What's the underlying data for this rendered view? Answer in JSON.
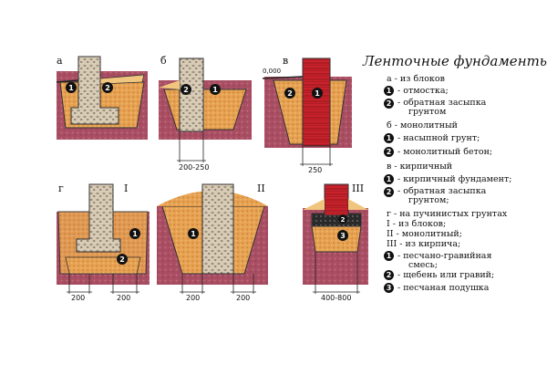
{
  "title": "Ленточные фундаменты:",
  "panels": {
    "a": {
      "letter": "а"
    },
    "b": {
      "letter": "б",
      "dim": "200-250"
    },
    "v": {
      "letter": "в",
      "level": "0,000",
      "dim": "250"
    },
    "g": {
      "letter": "г",
      "roman": "I",
      "dim1": "200",
      "dim2": "200"
    },
    "g2": {
      "roman": "II",
      "dim1": "200",
      "dim2": "200"
    },
    "g3": {
      "roman": "III",
      "dim": "400-800"
    }
  },
  "markers": {
    "one": "1",
    "two": "2",
    "three": "3"
  },
  "legend": {
    "a_head": "а - из блоков",
    "a1": "- отмостка;",
    "a2a": "- обратная засыпка",
    "a2b": "грунтом",
    "b_head": "б - монолитный",
    "b1": "- насыпной грунт;",
    "b2": "- монолитный бетон;",
    "v_head": "в - кирпичный",
    "v1": "- кирпичный фундамент;",
    "v2a": "- обратная засыпка",
    "v2b": "грунтом;",
    "g_head": "г - на пучинистых грунтах",
    "g_i": "I - из блоков;",
    "g_ii": "II - монолитный;",
    "g_iii": "III - из кирпича;",
    "g1a": "- песчано-гравийная",
    "g1b": "смесь;",
    "g2": "- щебень или гравий;",
    "g3": "- песчаная подушка"
  },
  "colors": {
    "soil": "#b0566a",
    "sand": "#e9a95a",
    "gravel": "#d8c9b0",
    "brick": "#c8232c",
    "concrete": "#b9b6ad"
  }
}
